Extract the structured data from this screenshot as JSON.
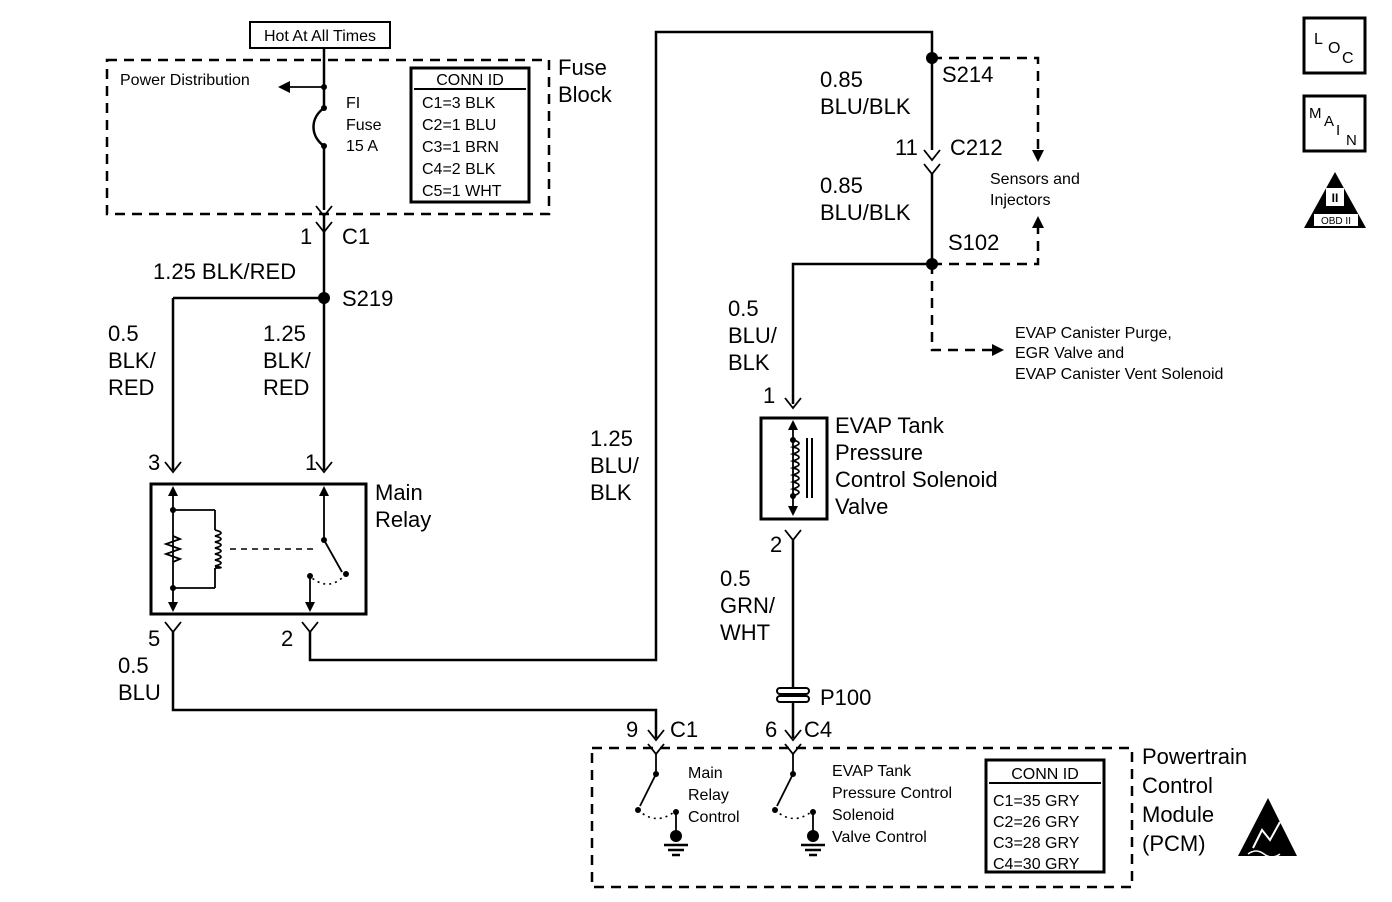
{
  "hot_label": "Hot At All Times",
  "fuse_block": {
    "title_line1": "Fuse",
    "title_line2": "Block",
    "power_distribution": "Power Distribution",
    "fuse_line1": "FI",
    "fuse_line2": "Fuse",
    "fuse_line3": "15 A",
    "conn_header": "CONN ID",
    "conn_rows": [
      "C1=3 BLK",
      "C2=1 BLU",
      "C3=1 BRN",
      "C4=2 BLK",
      "C5=1 WHT"
    ],
    "pin": "1",
    "connector": "C1"
  },
  "wires": {
    "blk_red_125": "1.25 BLK/RED",
    "left_gauge": "0.5",
    "left_color1": "BLK/",
    "left_color2": "RED",
    "mid_gauge": "1.25",
    "mid_color1": "BLK/",
    "mid_color2": "RED",
    "blu_blk_125_gauge": "1.25",
    "blu_blk_125_c1": "BLU/",
    "blu_blk_125_c2": "BLK",
    "s214_gauge": "0.85",
    "s214_color": "BLU/BLK",
    "c212_gauge": "0.85",
    "c212_color": "BLU/BLK",
    "evap_gauge": "0.5",
    "evap_c1": "BLU/",
    "evap_c2": "BLK",
    "grn_gauge": "0.5",
    "grn_c1": "GRN/",
    "grn_c2": "WHT",
    "blu_gauge": "0.5",
    "blu_color": "BLU"
  },
  "splices": {
    "s219": "S219",
    "s214": "S214",
    "s102": "S102",
    "p100": "P100"
  },
  "c212": {
    "pin": "11",
    "label": "C212"
  },
  "relay": {
    "title1": "Main",
    "title2": "Relay",
    "pin3": "3",
    "pin1": "1",
    "pin5": "5",
    "pin2": "2"
  },
  "sensors": {
    "line1": "Sensors and",
    "line2": "Injectors"
  },
  "evap_dest": {
    "line1": "EVAP Canister Purge,",
    "line2": "EGR Valve and",
    "line3": "EVAP Canister Vent Solenoid"
  },
  "solenoid": {
    "line1": "EVAP Tank",
    "line2": "Pressure",
    "line3": "Control Solenoid",
    "line4": "Valve",
    "pin_top": "1",
    "pin_bottom": "2"
  },
  "pcm": {
    "title1": "Powertrain",
    "title2": "Control",
    "title3": "Module",
    "title4": "(PCM)",
    "pin9": "9",
    "c1": "C1",
    "pin6": "6",
    "c4": "C4",
    "main_ctrl1": "Main",
    "main_ctrl2": "Relay",
    "main_ctrl3": "Control",
    "evap_ctrl1": "EVAP Tank",
    "evap_ctrl2": "Pressure Control",
    "evap_ctrl3": "Solenoid",
    "evap_ctrl4": "Valve Control",
    "conn_header": "CONN ID",
    "conn_rows": [
      "C1=35 GRY",
      "C2=26 GRY",
      "C3=28 GRY",
      "C4=30 GRY"
    ]
  },
  "icons": {
    "loc_letters": [
      "L",
      "O",
      "C"
    ],
    "main_letters": [
      "M",
      "A",
      "I",
      "N"
    ],
    "obd_numeral": "II",
    "obd_label": "OBD II"
  }
}
